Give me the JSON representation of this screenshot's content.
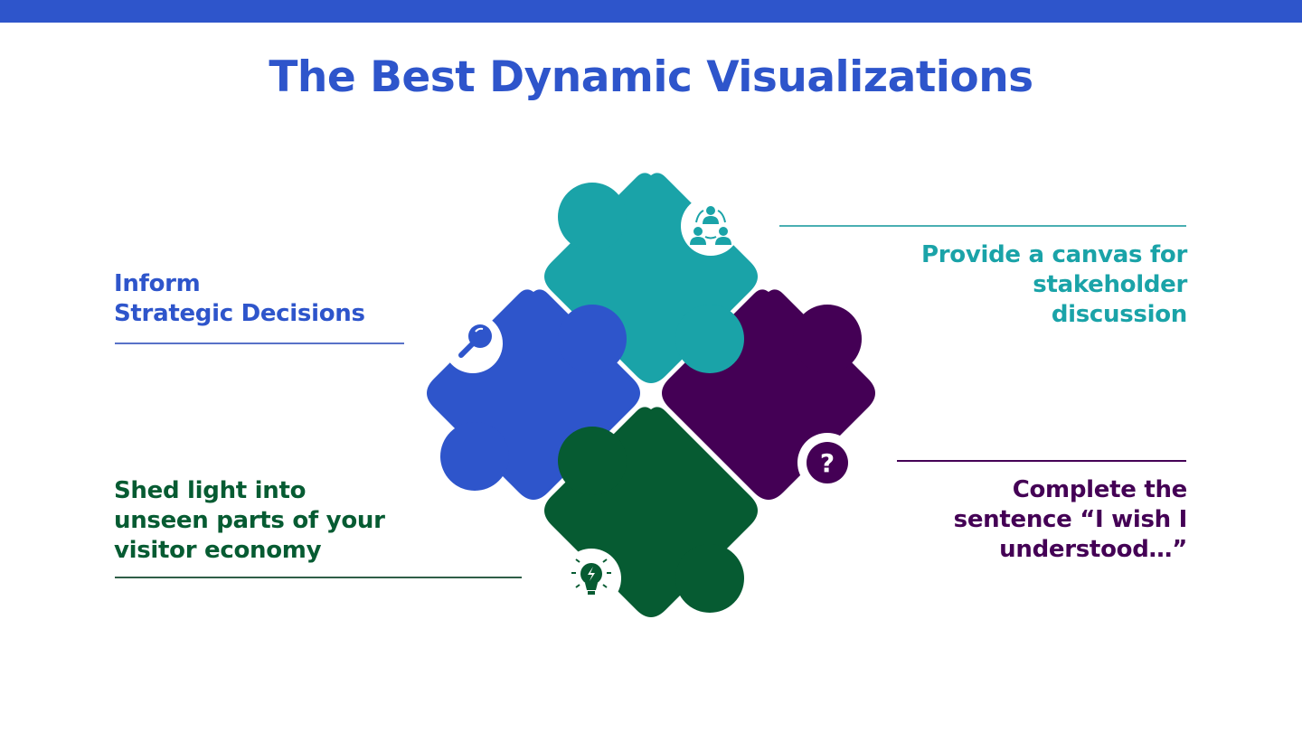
{
  "title": "The Best Dynamic Visualizations",
  "colors": {
    "brand_blue": "#2E55CB",
    "teal": "#1AA3A8",
    "purple": "#440055",
    "green": "#065B32"
  },
  "items": [
    {
      "id": "inform",
      "line1": "Inform",
      "line2": "Strategic Decisions",
      "color": "#2E55CB",
      "icon": "magnifier-icon"
    },
    {
      "id": "canvas",
      "line1": "Provide a canvas for",
      "line2": "stakeholder",
      "line3": "discussion",
      "color": "#1AA3A8",
      "icon": "people-network-icon"
    },
    {
      "id": "shed-light",
      "line1": "Shed light into",
      "line2": "unseen parts of your",
      "line3": "visitor economy",
      "color": "#065B32",
      "icon": "lightbulb-icon"
    },
    {
      "id": "complete",
      "line1": "Complete the",
      "line2": "sentence “I wish I",
      "line3": "understood…”",
      "color": "#440055",
      "icon": "question-mark-icon"
    }
  ]
}
